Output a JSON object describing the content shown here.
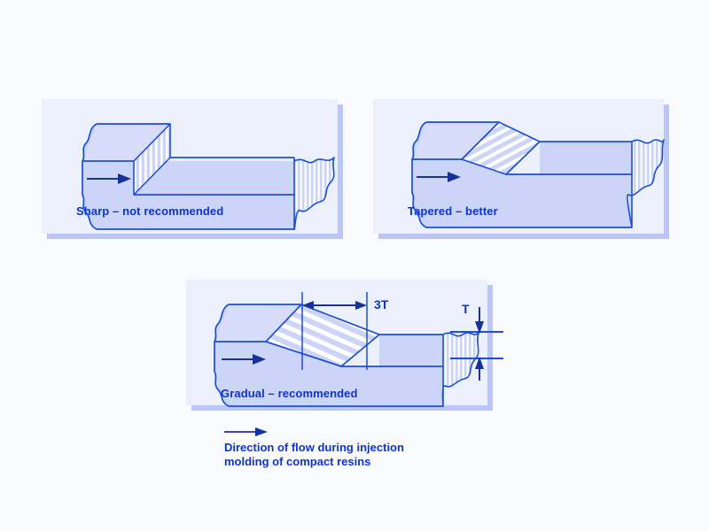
{
  "figure": {
    "background_color": "#fafbff",
    "panel_color": "#eceffc",
    "panel_shadow_color": "#bcc6f6",
    "part_fill_color": "#ccd4f8",
    "outline_color": "#1a4fd6",
    "text_color": "#0b33d6",
    "hatch_color": "#ffffff"
  },
  "panels": [
    {
      "id": "sharp",
      "caption": "Sharp – not recommended",
      "transition_type": "sharp",
      "flow_arrow": "flow-arrow-right"
    },
    {
      "id": "tapered",
      "caption": "Tapered – better",
      "transition_type": "tapered",
      "flow_arrow": "flow-arrow-right"
    },
    {
      "id": "gradual",
      "caption": "Gradual – recommended",
      "transition_type": "gradual",
      "flow_arrow": "flow-arrow-right"
    }
  ],
  "dimensions": {
    "ramp_length_label": "3T",
    "thickness_label": "T"
  },
  "legend": {
    "arrow": "flow-arrow-right",
    "line1": "Direction of flow during injection",
    "line2": "molding of compact resins"
  }
}
